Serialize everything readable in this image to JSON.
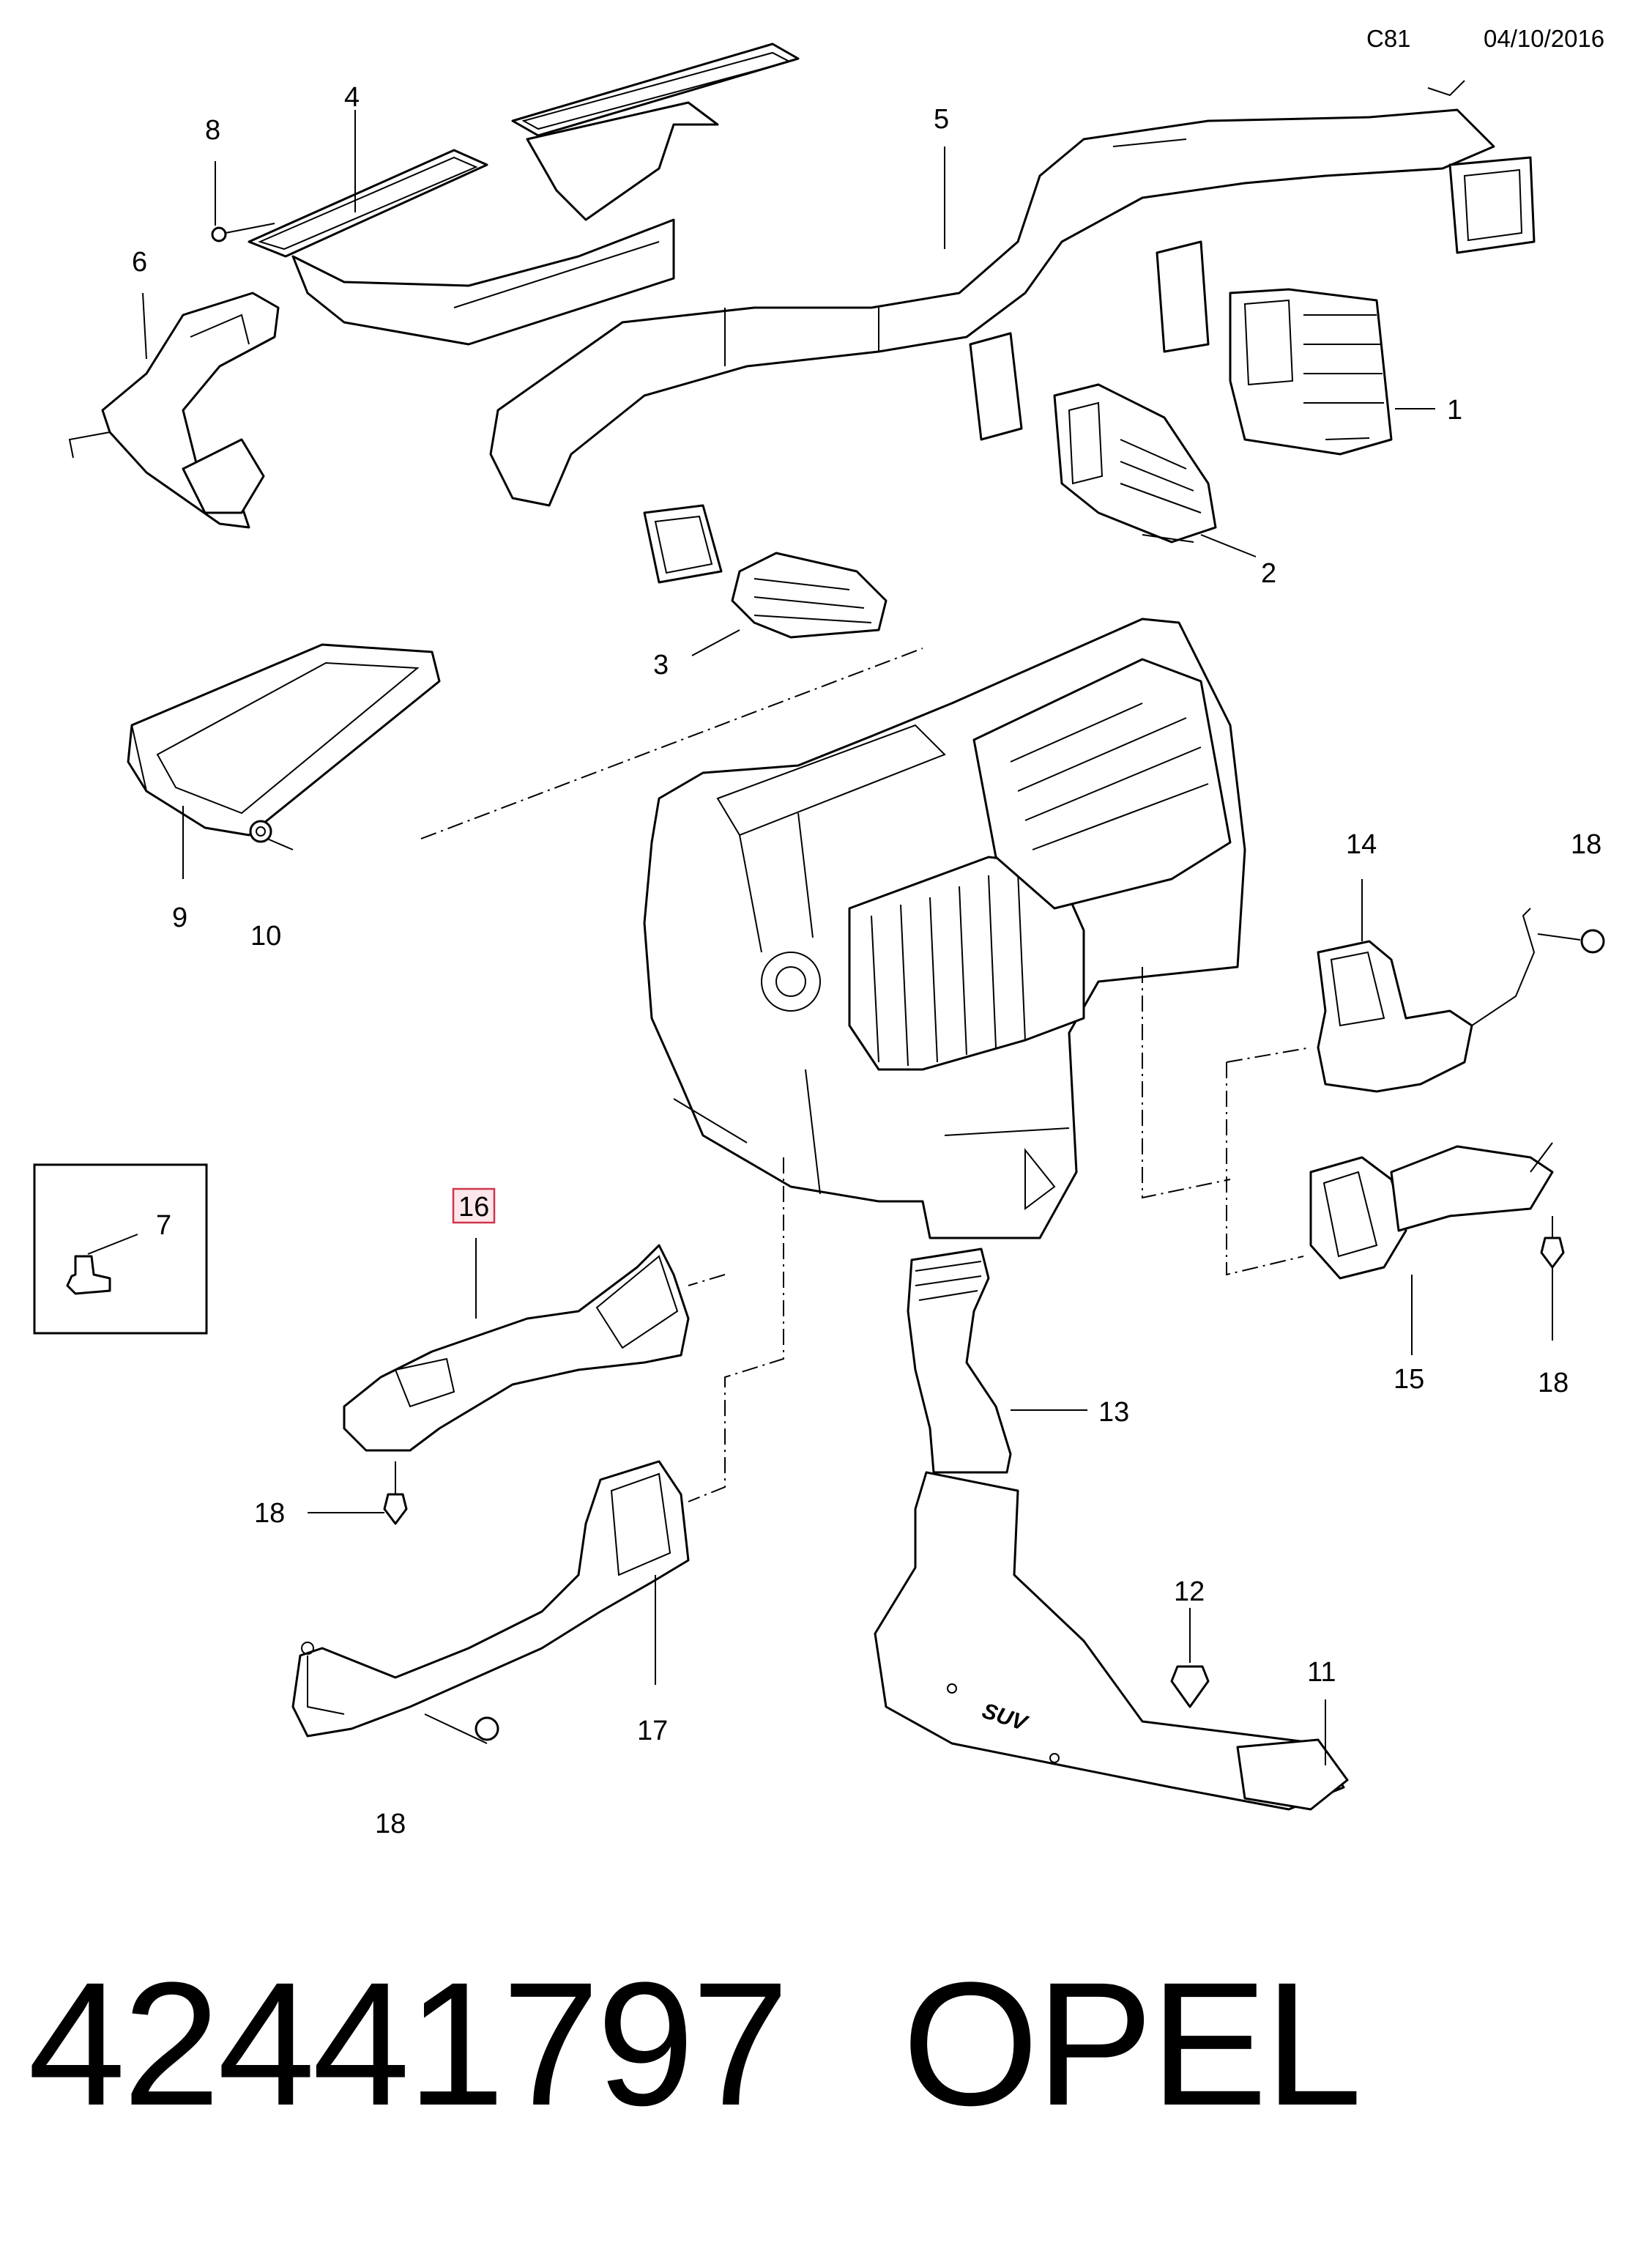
{
  "header": {
    "code": "C81",
    "date": "04/10/2016"
  },
  "callouts": [
    {
      "id": "1",
      "label": "1"
    },
    {
      "id": "2",
      "label": "2"
    },
    {
      "id": "3",
      "label": "3"
    },
    {
      "id": "4",
      "label": "4"
    },
    {
      "id": "5",
      "label": "5"
    },
    {
      "id": "6",
      "label": "6"
    },
    {
      "id": "7",
      "label": "7"
    },
    {
      "id": "8",
      "label": "8"
    },
    {
      "id": "9",
      "label": "9"
    },
    {
      "id": "10",
      "label": "10"
    },
    {
      "id": "11",
      "label": "11"
    },
    {
      "id": "12",
      "label": "12"
    },
    {
      "id": "13",
      "label": "13"
    },
    {
      "id": "14",
      "label": "14"
    },
    {
      "id": "15",
      "label": "15"
    },
    {
      "id": "16",
      "label": "16",
      "highlighted": true
    },
    {
      "id": "17",
      "label": "17"
    },
    {
      "id": "18",
      "label": "18"
    }
  ],
  "duct_marking": "SUV",
  "footer": {
    "part_number": "42441797",
    "brand": "OPEL"
  },
  "colors": {
    "highlight": "#d0344c",
    "line": "#000000"
  }
}
